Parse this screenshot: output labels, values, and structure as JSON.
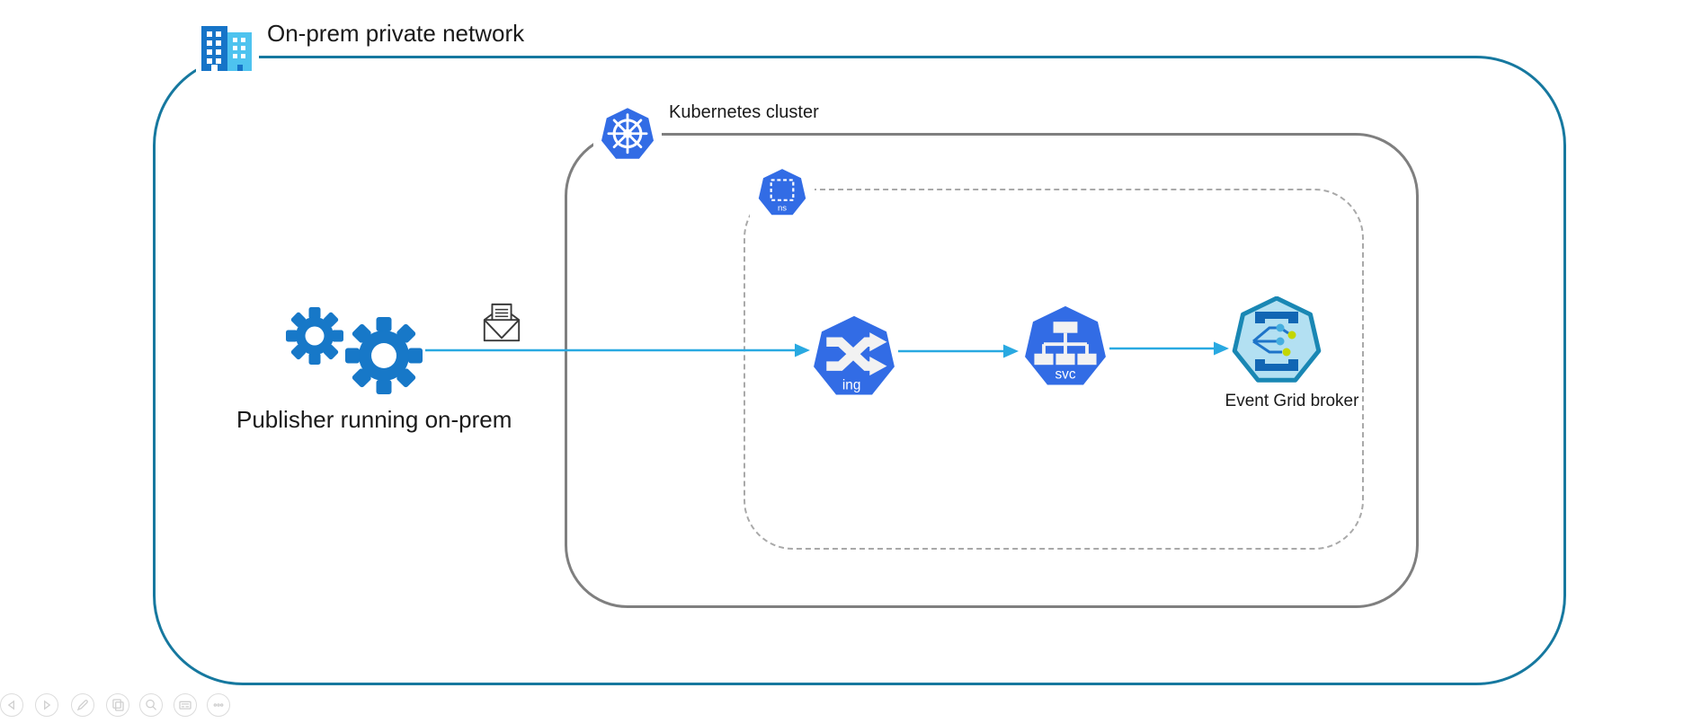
{
  "diagram": {
    "outer_network": {
      "label": "On-prem private network",
      "icon": "building-icon",
      "border_color": "#16789F"
    },
    "kubernetes_cluster": {
      "label": "Kubernetes cluster",
      "icon": "kubernetes-icon",
      "border_color": "#7F7F7F"
    },
    "namespace": {
      "badge_label": "ns",
      "icon": "namespace-icon",
      "border_color": "#A9A9A9"
    },
    "publisher": {
      "label": "Publisher running on-prem",
      "icon": "gears-icon"
    },
    "message": {
      "icon": "envelope-icon"
    },
    "ingress": {
      "badge_label": "ing",
      "icon": "ingress-icon"
    },
    "service": {
      "badge_label": "svc",
      "icon": "service-icon"
    },
    "event_grid_broker": {
      "label": "Event Grid broker",
      "icon": "event-grid-icon"
    },
    "connections": [
      {
        "from": "publisher",
        "to": "ingress"
      },
      {
        "from": "ingress",
        "to": "service"
      },
      {
        "from": "service",
        "to": "event_grid_broker"
      }
    ]
  },
  "colors": {
    "outer_border": "#16789F",
    "cluster_border": "#7F7F7F",
    "namespace_border": "#A9A9A9",
    "kubernetes_blue": "#326CE5",
    "arrow_blue": "#29A9E1",
    "gear_blue": "#1778C8",
    "building_dark": "#1674C8",
    "building_light": "#4EC3EF",
    "event_grid_fill": "#B3E0F2",
    "event_grid_stroke": "#1987B4",
    "event_grid_bracket": "#1166B4",
    "dot_yellow": "#C3D600",
    "dot_lightblue": "#45AEDF"
  },
  "toolbar": {
    "items": [
      {
        "name": "previous"
      },
      {
        "name": "next"
      },
      {
        "name": "edit"
      },
      {
        "name": "copy"
      },
      {
        "name": "zoom"
      },
      {
        "name": "keyboard"
      },
      {
        "name": "more"
      }
    ]
  }
}
